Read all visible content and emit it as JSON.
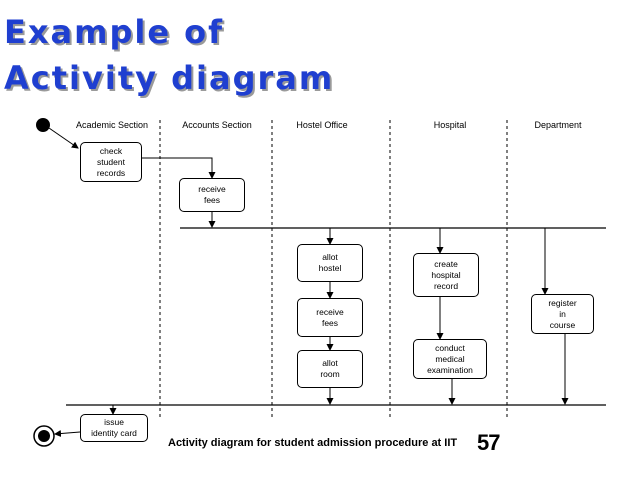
{
  "title": {
    "line1": "Example of",
    "line2": "Activity diagram"
  },
  "lanes": [
    "Academic Section",
    "Accounts Section",
    "Hostel Office",
    "Hospital",
    "Department"
  ],
  "activities": {
    "check_student_records": "check\nstudent\nrecords",
    "receive_fees_accounts": "receive\nfees",
    "allot_hostel": "allot\nhostel",
    "receive_fees_hostel": "receive\nfees",
    "allot_room": "allot\nroom",
    "create_hospital_record": "create\nhospital\nrecord",
    "conduct_medical_examination": "conduct\nmedical\nexamination",
    "register_in_course": "register\nin\ncourse",
    "issue_identity_card": "issue\nidentity card"
  },
  "caption": "Activity diagram for student admission procedure at IIT",
  "page_number": "57",
  "colors": {
    "title": "#1f3fd0",
    "title_shadow": "#9a9a9a",
    "line": "#000000"
  }
}
